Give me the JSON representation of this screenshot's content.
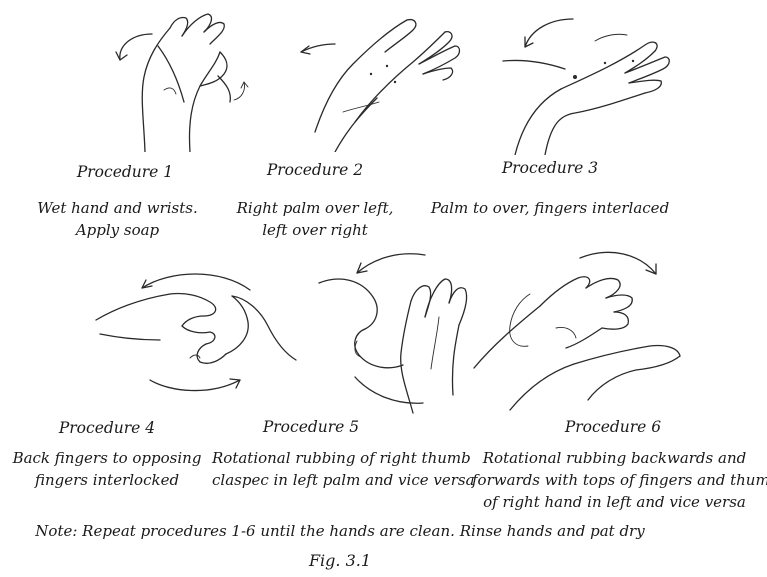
{
  "procedures": [
    {
      "title": "Procedure 1",
      "lines": [
        "Wet hand and wrists.",
        "Apply soap"
      ],
      "illustration": "wet-hands-illustration"
    },
    {
      "title": "Procedure 2",
      "lines": [
        "Right palm over left,",
        "left over right"
      ],
      "illustration": "palm-over-back-illustration"
    },
    {
      "title": "Procedure 3",
      "lines": [
        "Palm to over, fingers interlaced"
      ],
      "illustration": "interlaced-fingers-illustration"
    },
    {
      "title": "Procedure 4",
      "lines": [
        "Back fingers to opposing",
        "fingers interlocked"
      ],
      "illustration": "interlocked-fingers-illustration"
    },
    {
      "title": "Procedure 5",
      "lines": [
        "Rotational rubbing of right thumb",
        "claspec in left palm and vice versa"
      ],
      "illustration": "thumb-rubbing-illustration"
    },
    {
      "title": "Procedure 6",
      "lines": [
        "Rotational rubbing backwards and",
        "forwards with tops of fingers and thumb",
        "of right hand in left and vice versa"
      ],
      "illustration": "fingertips-rubbing-illustration"
    }
  ],
  "note": "Note: Repeat procedures 1-6 until the hands are clean. Rinse hands and pat dry",
  "caption": "Fig. 3.1"
}
